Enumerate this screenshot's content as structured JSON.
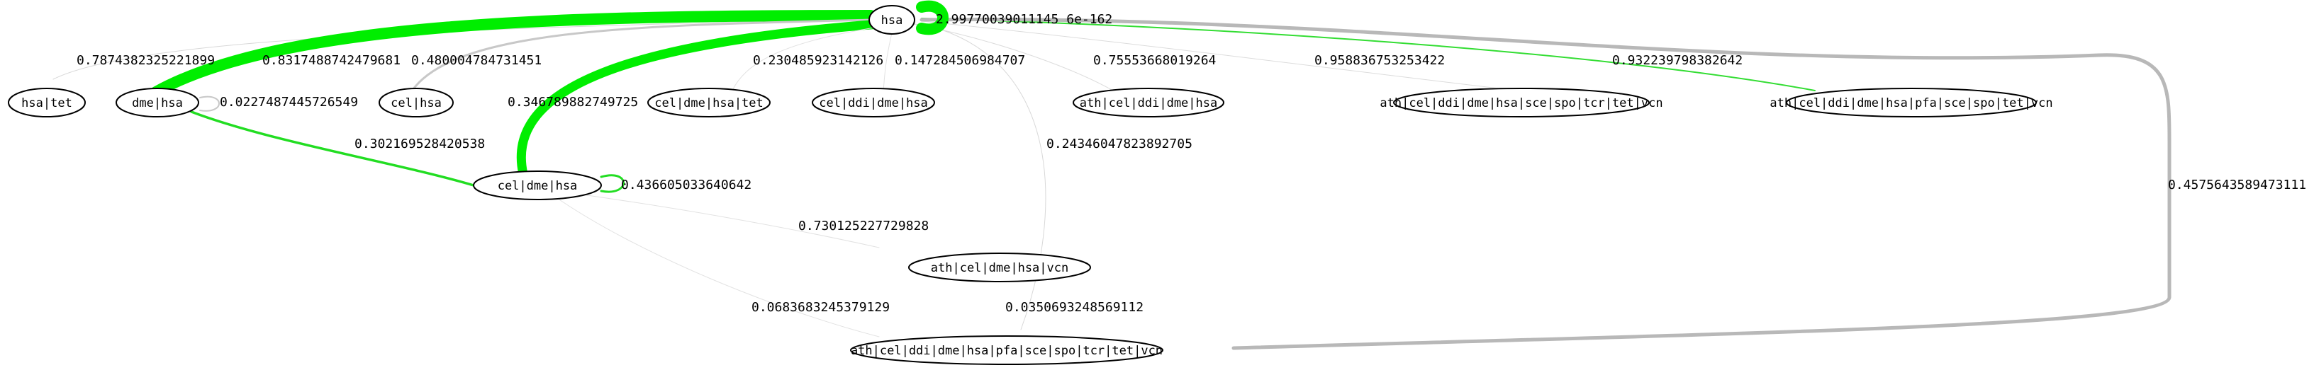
{
  "colors": {
    "strong": "#00ee00",
    "medium": "#33dd33",
    "weak": "#c8c8c8",
    "gray": "#b0b0b0"
  },
  "nodes": {
    "hsa": "hsa",
    "hsa_tet": "hsa|tet",
    "dme_hsa": "dme|hsa",
    "cel_hsa": "cel|hsa",
    "cel_dme_hsa_tet": "cel|dme|hsa|tet",
    "cel_ddi_dme_hsa": "cel|ddi|dme|hsa",
    "ath_cel_ddi_dme_hsa": "ath|cel|ddi|dme|hsa",
    "ath_long1": "ath|cel|ddi|dme|hsa|sce|spo|tcr|tet|vcn",
    "ath_long2": "ath|cel|ddi|dme|hsa|pfa|sce|spo|tet|vcn",
    "cel_dme_hsa": "cel|dme|hsa",
    "ath_cel_dme_hsa_vcn": "ath|cel|dme|hsa|vcn",
    "ath_long3": "ath|cel|ddi|dme|hsa|pfa|sce|spo|tcr|tet|vcn"
  },
  "edges": {
    "hsa_self": "2.99770039011145 6e-162",
    "hsa_hsa_tet": "0.7874382325221899",
    "hsa_dme_hsa": "0.8317488742479681",
    "hsa_cel_hsa": "0.480004784731451",
    "hsa_cel_dme_hsa": "0.346789882749725",
    "hsa_cel_dme_hsa_tet": "0.230485923142126",
    "hsa_cel_ddi_dme_hsa": "0.147284506984707",
    "hsa_ath_cel_ddi_dme_hsa": "0.75553668019264",
    "hsa_ath_long1": "0.958836753253422",
    "hsa_ath_long2": "0.932239798382642",
    "hsa_ath_cel_dme_hsa_vcn": "0.24346047823892705",
    "hsa_ath_long3": "0.4575643589473111",
    "dme_hsa_self": "0.0227487445726549",
    "dme_hsa_cel_dme_hsa": "0.302169528420538",
    "cel_dme_hsa_self": "0.436605033640642",
    "cel_dme_hsa_ath_cel_dme_hsa_vcn": "0.730125227729828",
    "cel_dme_hsa_ath_long3": "0.0683683245379129",
    "ath_long3_extra": "0.0350693248569112"
  }
}
